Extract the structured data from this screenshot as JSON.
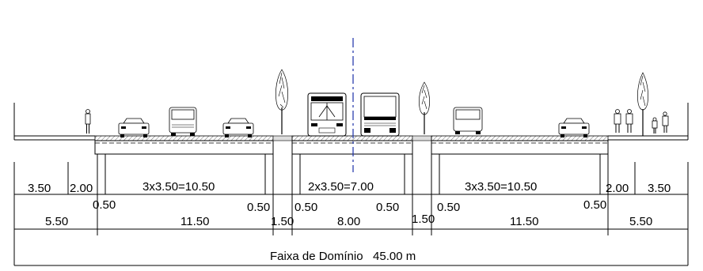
{
  "labels": {
    "left_sidewalk": "3.50",
    "left_parking": "2.00",
    "left_lanes": "3x3.50=10.50",
    "center_lanes": "2x3.50=7.00",
    "right_lanes": "3x3.50=10.50",
    "right_parking": "2.00",
    "right_sidewalk": "3.50",
    "left_edge_offset": "0.50",
    "left_mid_offset": "0.50",
    "center_left_offset": "0.50",
    "center_right_offset": "0.50",
    "right_mid_offset": "0.50",
    "right_edge_offset": "0.50",
    "left_side_total": "5.50",
    "left_roadway_total": "11.50",
    "left_median": "1.50",
    "center_total": "8.00",
    "right_median": "1.50",
    "right_roadway_total": "11.50",
    "right_side_total": "5.50",
    "right_of_way": "Faixa de Domínio   45.00 m"
  },
  "icons": [
    "pedestrian-icon",
    "car-icon",
    "van-icon",
    "tree-icon",
    "bus-icon",
    "family-icon"
  ]
}
